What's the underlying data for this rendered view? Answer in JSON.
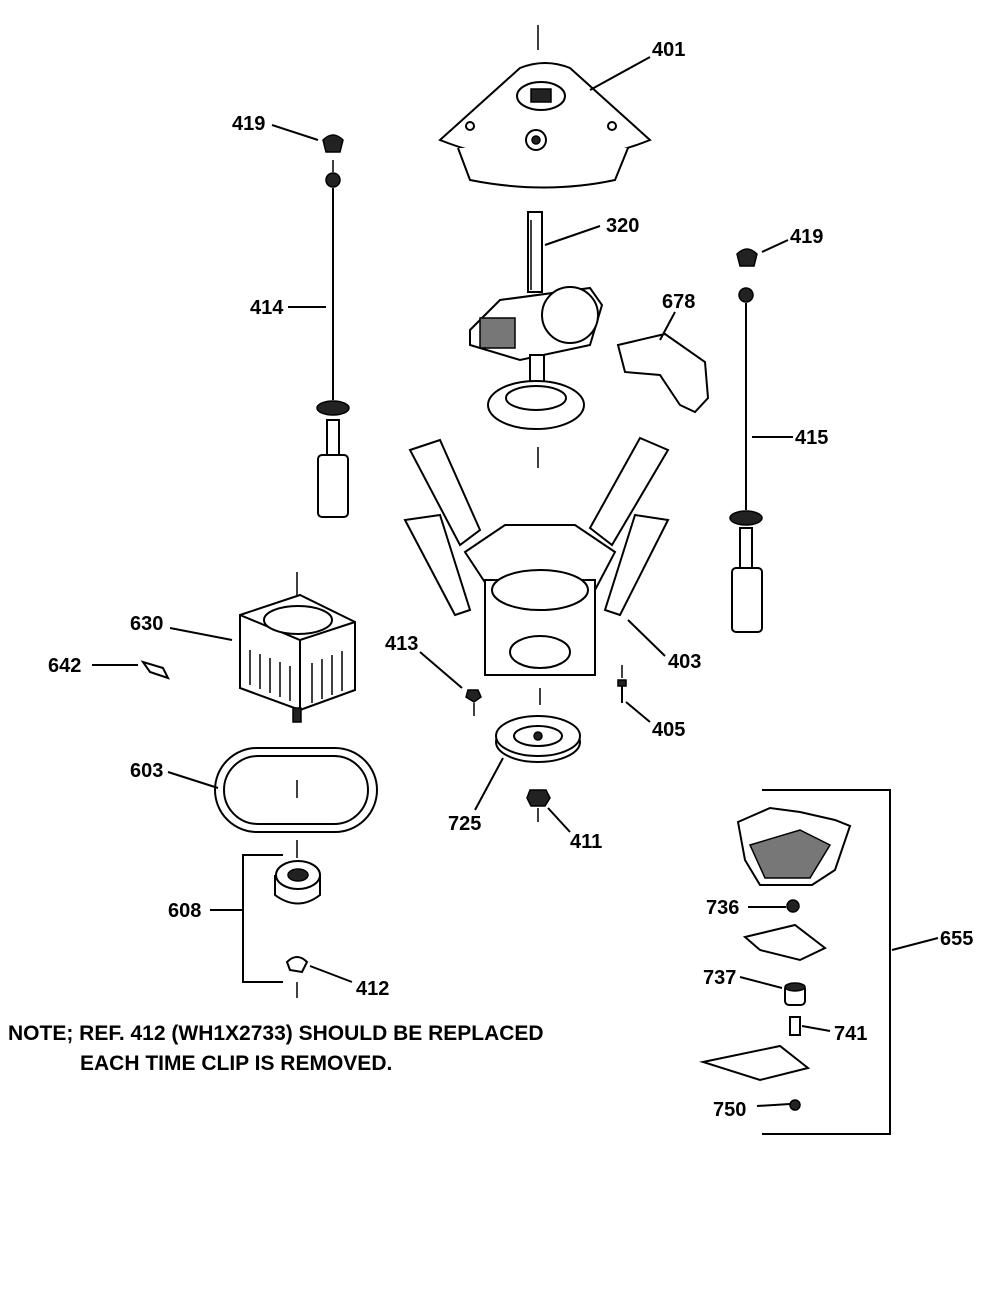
{
  "parts": {
    "p401": "401",
    "p419a": "419",
    "p419b": "419",
    "p320": "320",
    "p414": "414",
    "p678": "678",
    "p415": "415",
    "p630": "630",
    "p642": "642",
    "p413": "413",
    "p403": "403",
    "p405": "405",
    "p603": "603",
    "p725": "725",
    "p411": "411",
    "p608": "608",
    "p412": "412",
    "p736": "736",
    "p655": "655",
    "p737": "737",
    "p741": "741",
    "p750": "750"
  },
  "note": {
    "line1": "NOTE; REF. 412 (WH1X2733) SHOULD BE REPLACED",
    "line2": "EACH TIME CLIP IS REMOVED."
  }
}
